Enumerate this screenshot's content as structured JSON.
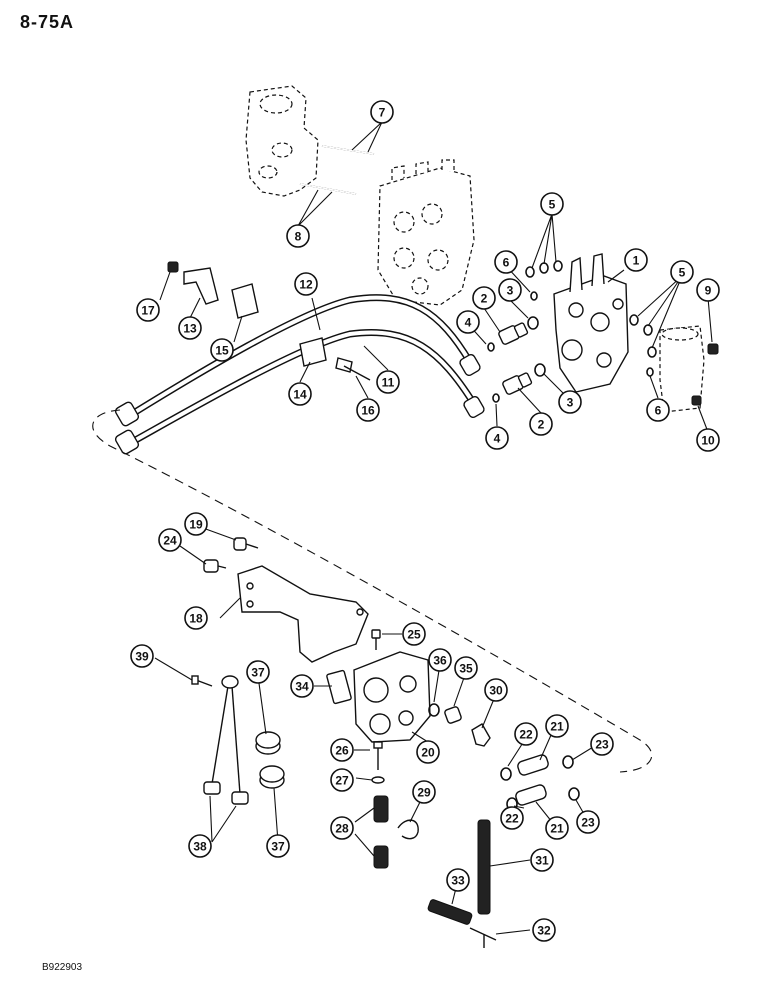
{
  "page": {
    "number": "8-75A",
    "figure_code": "B922903"
  },
  "callouts": [
    {
      "label": "1"
    },
    {
      "label": "2"
    },
    {
      "label": "2"
    },
    {
      "label": "3"
    },
    {
      "label": "3"
    },
    {
      "label": "4"
    },
    {
      "label": "4"
    },
    {
      "label": "5"
    },
    {
      "label": "5"
    },
    {
      "label": "6"
    },
    {
      "label": "6"
    },
    {
      "label": "7"
    },
    {
      "label": "8"
    },
    {
      "label": "9"
    },
    {
      "label": "10"
    },
    {
      "label": "11"
    },
    {
      "label": "12"
    },
    {
      "label": "13"
    },
    {
      "label": "14"
    },
    {
      "label": "15"
    },
    {
      "label": "16"
    },
    {
      "label": "17"
    },
    {
      "label": "18"
    },
    {
      "label": "19"
    },
    {
      "label": "20"
    },
    {
      "label": "21"
    },
    {
      "label": "21"
    },
    {
      "label": "22"
    },
    {
      "label": "22"
    },
    {
      "label": "23"
    },
    {
      "label": "23"
    },
    {
      "label": "24"
    },
    {
      "label": "25"
    },
    {
      "label": "26"
    },
    {
      "label": "27"
    },
    {
      "label": "28"
    },
    {
      "label": "29"
    },
    {
      "label": "30"
    },
    {
      "label": "31"
    },
    {
      "label": "32"
    },
    {
      "label": "33"
    },
    {
      "label": "34"
    },
    {
      "label": "35"
    },
    {
      "label": "36"
    },
    {
      "label": "37"
    },
    {
      "label": "37"
    },
    {
      "label": "38"
    },
    {
      "label": "39"
    }
  ]
}
